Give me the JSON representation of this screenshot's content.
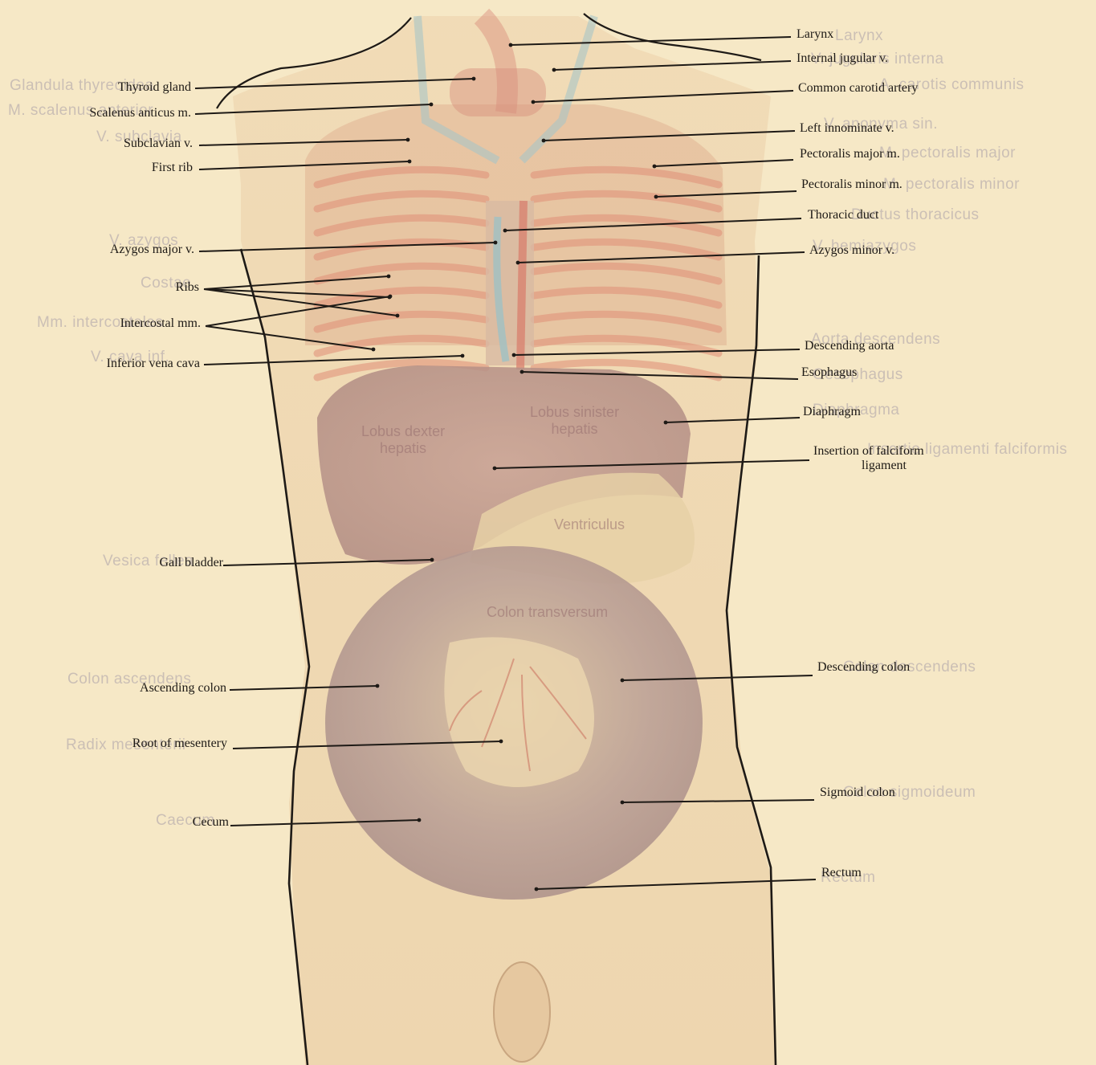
{
  "figure": {
    "left_labels": [
      {
        "id": "thyroid-gland",
        "text": "Thyroid gland"
      },
      {
        "id": "scalenus-anticus",
        "text": "Scalenus anticus m."
      },
      {
        "id": "subclavian-vein",
        "text": "Subclavian v."
      },
      {
        "id": "first-rib",
        "text": "First rib"
      },
      {
        "id": "azygos-major",
        "text": "Azygos major v."
      },
      {
        "id": "ribs",
        "text": "Ribs"
      },
      {
        "id": "intercostal",
        "text": "Intercostal mm."
      },
      {
        "id": "inferior-vena-cava",
        "text": "Inferior vena cava"
      },
      {
        "id": "gall-bladder",
        "text": "Gall bladder"
      },
      {
        "id": "ascending-colon",
        "text": "Ascending colon"
      },
      {
        "id": "root-of-mesentery",
        "text": "Root of mesentery"
      },
      {
        "id": "cecum",
        "text": "Cecum"
      }
    ],
    "right_labels": [
      {
        "id": "larynx",
        "text": "Larynx"
      },
      {
        "id": "internal-jugular",
        "text": "Internal jugular v."
      },
      {
        "id": "common-carotid",
        "text": "Common carotid artery"
      },
      {
        "id": "left-innominate",
        "text": "Left innominate v."
      },
      {
        "id": "pectoralis-major",
        "text": "Pectoralis major m."
      },
      {
        "id": "pectoralis-minor",
        "text": "Pectoralis minor m."
      },
      {
        "id": "thoracic-duct",
        "text": "Thoracic duct"
      },
      {
        "id": "azygos-minor",
        "text": "Azygos minor v."
      },
      {
        "id": "descending-aorta",
        "text": "Descending aorta"
      },
      {
        "id": "esophagus",
        "text": "Esophagus"
      },
      {
        "id": "diaphragm",
        "text": "Diaphragm"
      },
      {
        "id": "falciform-insertion",
        "text": "Insertion of falciform",
        "text2": "ligament"
      },
      {
        "id": "descending-colon",
        "text": "Descending colon"
      },
      {
        "id": "sigmoid-colon",
        "text": "Sigmoid colon"
      },
      {
        "id": "rectum",
        "text": "Rectum"
      }
    ],
    "ghost_labels": [
      {
        "id": "g-glandula",
        "text": "Glandula thyreoidea"
      },
      {
        "id": "g-scalenus",
        "text": "M. scalenus anterior"
      },
      {
        "id": "g-subclavia",
        "text": "V. subclavia"
      },
      {
        "id": "g-azygos",
        "text": "V. azygos"
      },
      {
        "id": "g-costae",
        "text": "Costae"
      },
      {
        "id": "g-intercostales",
        "text": "Mm. intercostales"
      },
      {
        "id": "g-cava",
        "text": "V. cava inf."
      },
      {
        "id": "g-vesica",
        "text": "Vesica fellea"
      },
      {
        "id": "g-colon-asc",
        "text": "Colon ascendens"
      },
      {
        "id": "g-radix",
        "text": "Radix mesenterii"
      },
      {
        "id": "g-caecum",
        "text": "Caecum"
      },
      {
        "id": "g-larynx",
        "text": "Larynx"
      },
      {
        "id": "g-jugularis",
        "text": "V. jugularis interna"
      },
      {
        "id": "g-carotis",
        "text": "A. carotis communis"
      },
      {
        "id": "g-anonyma",
        "text": "V. anonyma sin."
      },
      {
        "id": "g-pect-major",
        "text": "M. pectoralis major"
      },
      {
        "id": "g-pect-minor",
        "text": "M. pectoralis minor"
      },
      {
        "id": "g-ductus",
        "text": "Ductus thoracicus"
      },
      {
        "id": "g-hemiazygos",
        "text": "V. hemiazygos"
      },
      {
        "id": "g-aorta",
        "text": "Aorta descendens"
      },
      {
        "id": "g-oesophagus",
        "text": "Oesophagus"
      },
      {
        "id": "g-diaphragma",
        "text": "Diaphragma"
      },
      {
        "id": "g-falciformis",
        "text": "Insertio ligamenti falciformis"
      },
      {
        "id": "g-colon-desc",
        "text": "Colon descendens"
      },
      {
        "id": "g-sigmoideum",
        "text": "Colon sigmoideum"
      },
      {
        "id": "g-rectum",
        "text": "Rectum"
      }
    ],
    "organ_labels": [
      {
        "id": "o-lobus-dexter",
        "text": "Lobus dexter",
        "text2": "hepatis"
      },
      {
        "id": "o-lobus-sinister",
        "text": "Lobus sinister",
        "text2": "hepatis"
      },
      {
        "id": "o-ventriculus",
        "text": "Ventriculus"
      },
      {
        "id": "o-colon-transversum",
        "text": "Colon transversum"
      }
    ],
    "colors": {
      "paper": "#f6e8c6",
      "ink": "#1e1a16",
      "ghost": "#cbbfb5",
      "body_tint": "#e9cfa8",
      "organ": "#b8988f"
    }
  }
}
